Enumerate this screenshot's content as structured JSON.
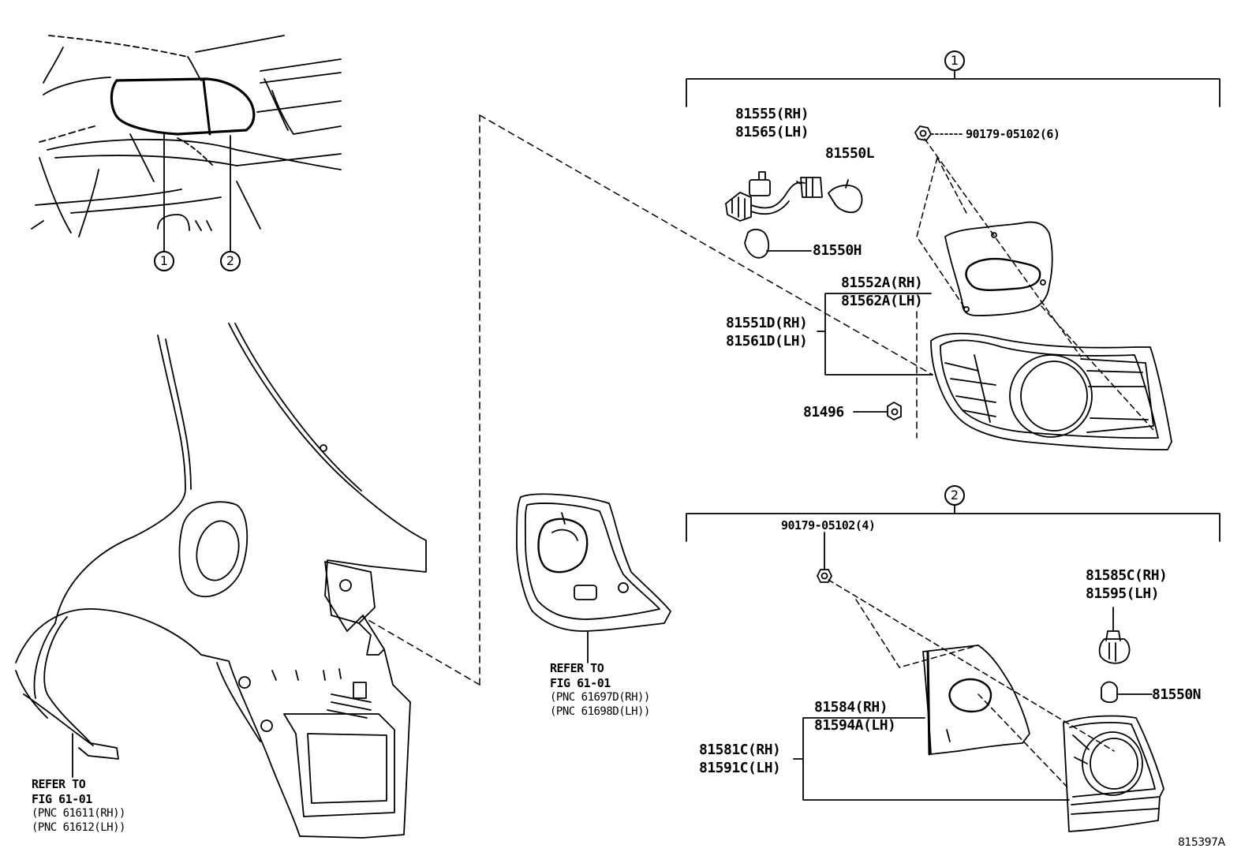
{
  "callouts": {
    "one": "1",
    "two": "2"
  },
  "parts": {
    "p81555": "81555(RH)",
    "p81565": "81565(LH)",
    "p81550L": "81550L",
    "p81550H": "81550H",
    "p90179_6": "90179-05102(6)",
    "p81552A": "81552A(RH)",
    "p81562A": "81562A(LH)",
    "p81551D": "81551D(RH)",
    "p81561D": "81561D(LH)",
    "p81496": "81496",
    "p90179_4": "90179-05102(4)",
    "p81585C": "81585C(RH)",
    "p81595": "81595(LH)",
    "p81550N": "81550N",
    "p81584": "81584(RH)",
    "p81594A": "81594A(LH)",
    "p81581C": "81581C(RH)",
    "p81591C": "81591C(LH)"
  },
  "refs": {
    "left": {
      "line1": "REFER TO",
      "line2": "FIG 61-01",
      "line3": "(PNC 61611(RH))",
      "line4": "(PNC 61612(LH))"
    },
    "center": {
      "line1": "REFER TO",
      "line2": "FIG 61-01",
      "line3": "(PNC 61697D(RH))",
      "line4": "(PNC 61698D(LH))"
    }
  },
  "figure_id": "815397A"
}
